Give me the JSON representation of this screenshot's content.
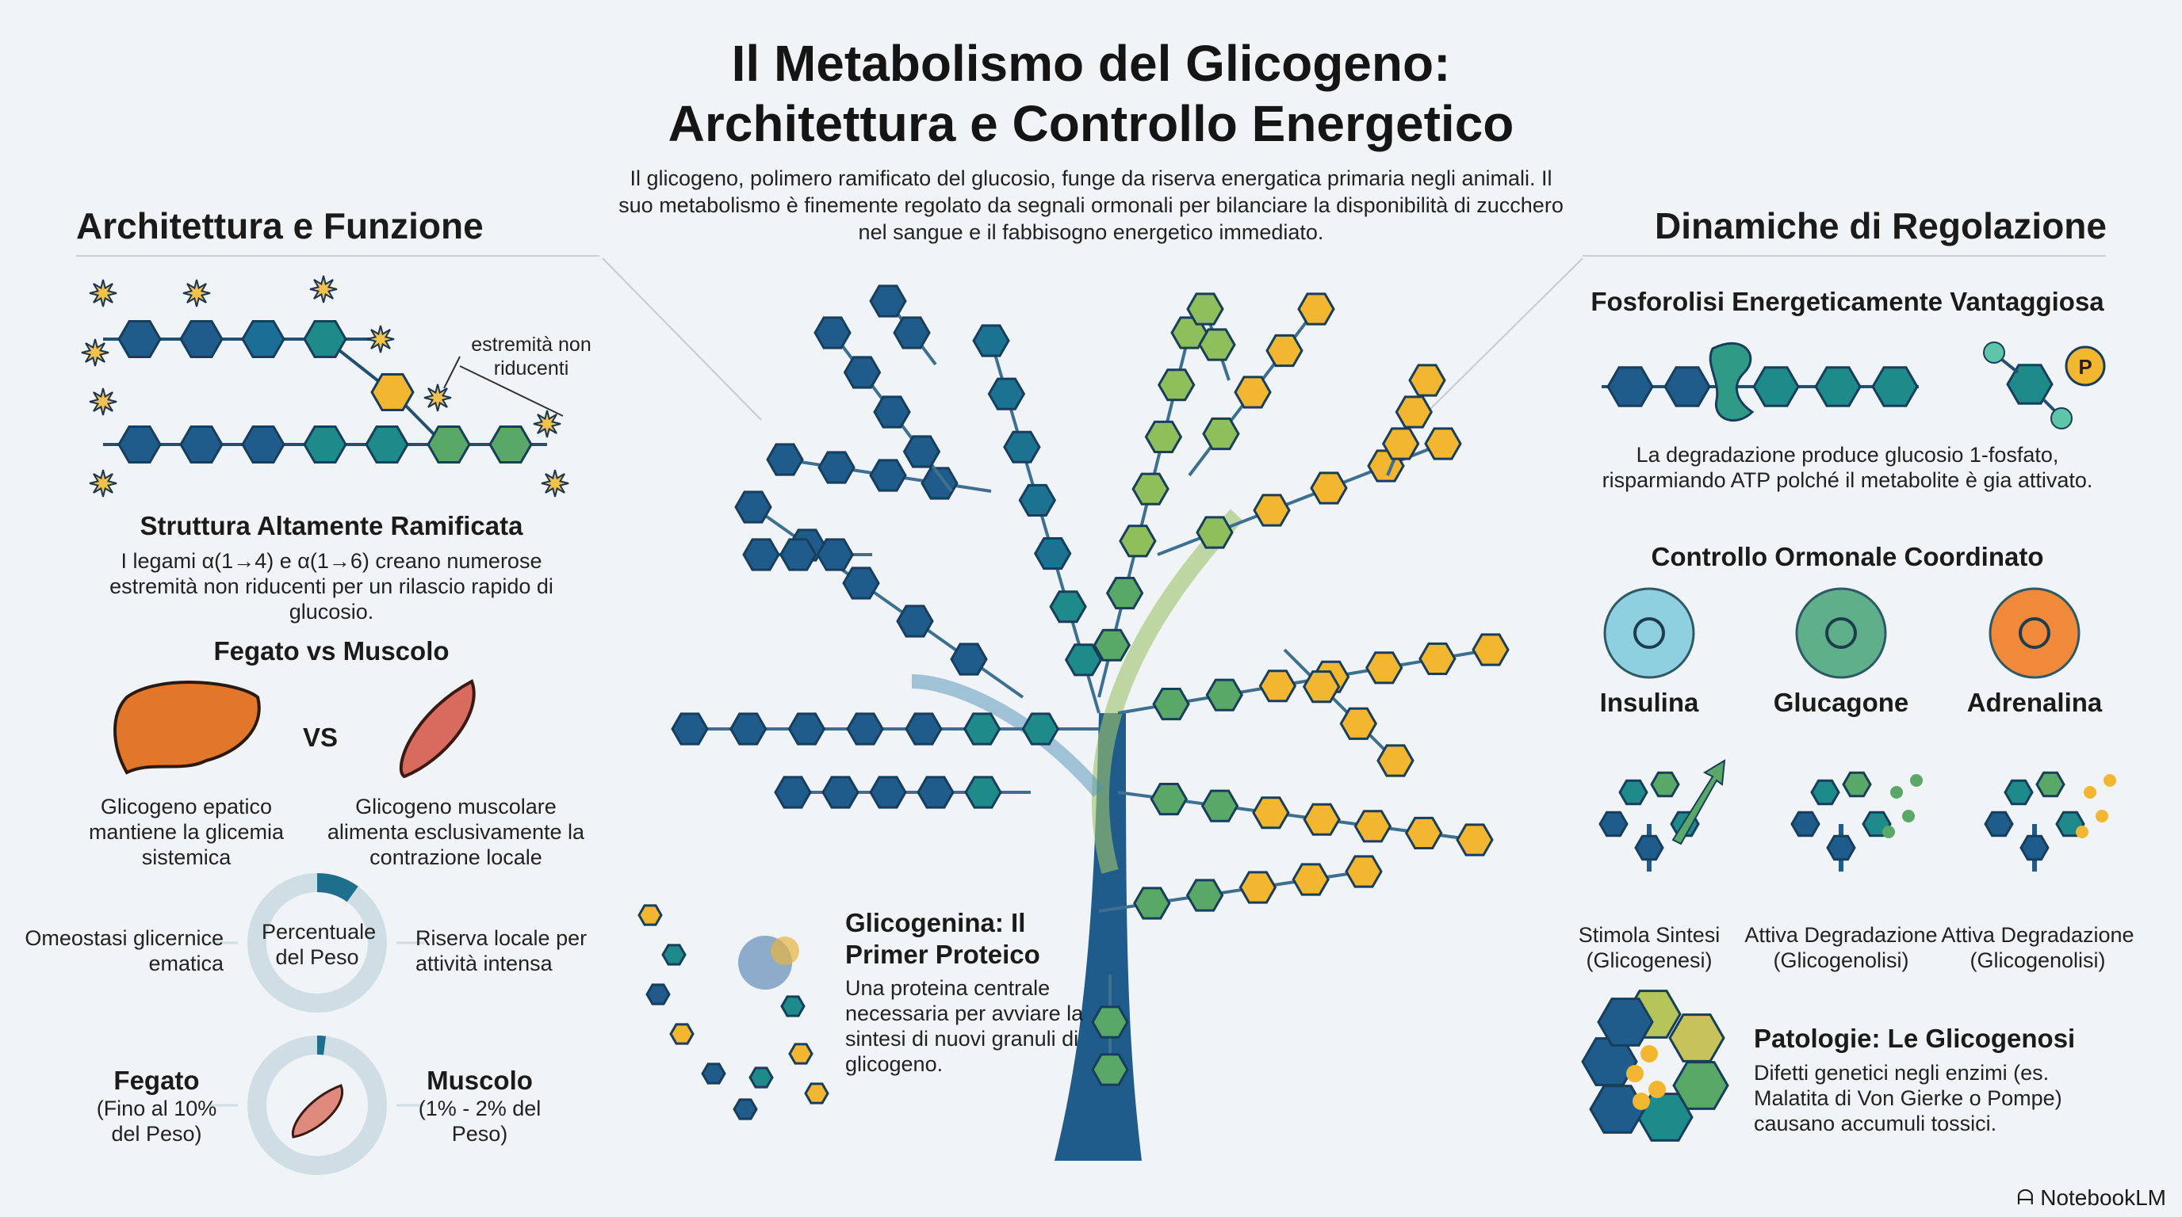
{
  "title": {
    "line1": "Il Metabolismo del Glicogeno:",
    "line2": "Architettura e Controllo Energetico"
  },
  "subtitle": "Il glicogeno, polimero ramificato del glucosio, funge da riserva energatica primaria negli animali. Il suo metabolismo è finemente regolato da segnali ormonali per bilanciare la disponibilità di zucchero nel sangue e il fabbisogno energetico immediato.",
  "left": {
    "heading": "Architettura e Funzione",
    "chain_label": "estremità non riducenti",
    "structure": {
      "title": "Struttura Altamente Ramificata",
      "text": "I legami α(1→4) e α(1→6) creano numerose estremità non riducenti per un rilascio rapido di glucosio."
    },
    "compare": {
      "title": "Fegato vs Muscolo",
      "vs": "VS",
      "liver_text": "Glicogeno epatico mantiene la glicemia sistemica",
      "muscle_text": "Glicogeno muscolare alimenta esclusivamente la contrazione locale"
    },
    "donut1": {
      "center": "Percentuale del Peso",
      "left": "Omeostasi glicernice ematica",
      "right": "Riserva locale per attività intensa",
      "fill_percent": 10
    },
    "donut2": {
      "left_title": "Fegato",
      "left_text": "(Fino al 10% del Peso)",
      "right_title": "Muscolo",
      "right_text": "(1% - 2% del Peso)",
      "fill_percent": 2
    }
  },
  "center": {
    "glicogenina_title": "Glicogenina: Il Primer Proteico",
    "glicogenina_text": "Una proteina centrale necessaria per avviare la sintesi di nuovi granuli di glicogeno."
  },
  "right": {
    "heading": "Dinamiche di Regolazione",
    "phospho": {
      "title": "Fosforolisi Energeticamente Vantaggiosa",
      "text": "La degradazione produce glucosio 1-fosfato, risparmiando ATP polché il metabolite è gia attivato.",
      "p_label": "P"
    },
    "hormones": {
      "title": "Controllo Ormonale Coordinato",
      "items": [
        {
          "name": "Insulina",
          "effect": "Stimola Sintesi (Glicogenesi)",
          "color": "#8fd0e0"
        },
        {
          "name": "Glucagone",
          "effect": "Attiva Degradazione (Glicogenolisi)",
          "color": "#5fb08a"
        },
        {
          "name": "Adrenalina",
          "effect": "Attiva Degradazione (Glicogenolisi)",
          "color": "#f08a3a"
        }
      ]
    },
    "pathology": {
      "title": "Patologie: Le Glicogenosi",
      "text": "Difetti genetici negli enzimi (es. Malatita di Von Gierke o Pompe) causano accumuli tossici."
    }
  },
  "brand": "NotebookLM",
  "colors": {
    "blue": "#1f5c8c",
    "teal": "#1f8a8a",
    "green": "#5aa867",
    "yellow": "#f2b630",
    "donut_track": "#cfdde4",
    "donut_fill": "#1d6f8c"
  }
}
